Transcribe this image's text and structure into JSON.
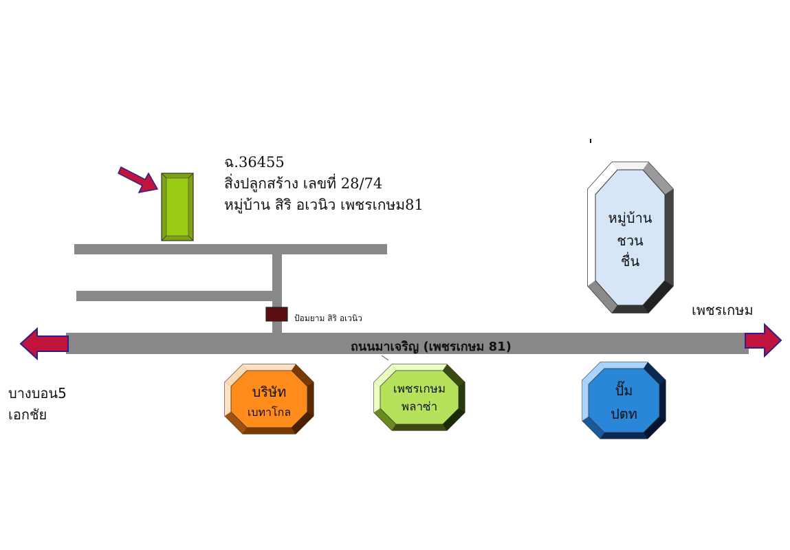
{
  "map": {
    "property": {
      "deed": "ฉ.36455",
      "building": "สิ่งปลูกสร้าง เลขที่ 28/74",
      "village": "หมู่บ้าน สิริ อเวนิว เพชรเกษม81"
    },
    "guard_post_label": "ป้อมยาม สิริ อเวนิว",
    "main_road_label": "ถนนมาเจริญ (เพชรเกษม 81)",
    "direction_right": "เพชรเกษม",
    "direction_left": [
      "บางบอน5",
      "เอกชัย"
    ],
    "landmarks": {
      "chuan_chuen": [
        "หมู่บ้าน",
        "ชวน",
        "ชื่น"
      ],
      "betagro": [
        "บริษัท",
        "เบทาโกล"
      ],
      "phetkasem_plaza": [
        "เพชรเกษม",
        "พลาซ่า"
      ],
      "ptt_station": [
        "ปั๊ม",
        "ปตท"
      ]
    },
    "colors": {
      "road": "#888888",
      "arrow": "#c0143c",
      "arrow_outline": "#2b1f8c",
      "property_marker": "#9acc14",
      "guard_post": "#5a0e12",
      "chuan_chuen_fill": "#d6e6f6",
      "betagro_fill": "#ff8c1a",
      "plaza_fill": "#b5e25a",
      "ptt_fill": "#2a86d6"
    }
  }
}
